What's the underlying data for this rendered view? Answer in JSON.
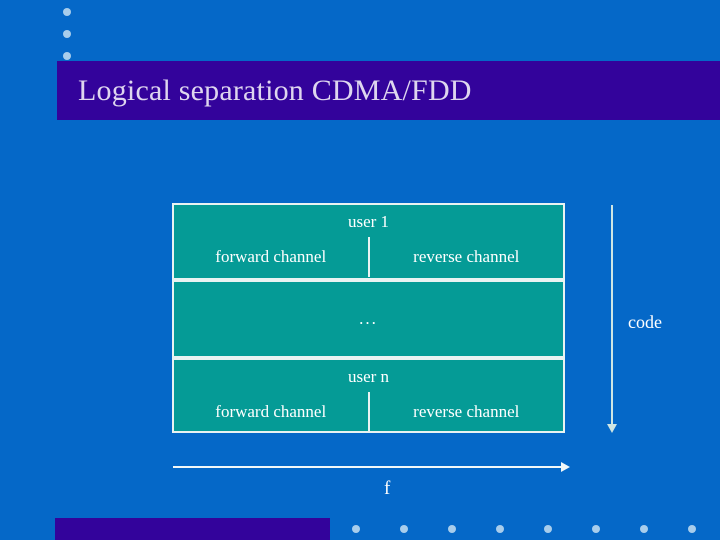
{
  "slide": {
    "title": "Logical separation CDMA/FDD",
    "background_color": "#0568c8",
    "title_bar_color": "#33039b",
    "title_text_color": "#ded6ef",
    "box_fill_color": "#059b96",
    "box_border_color": "#e9f3f2"
  },
  "diagram": {
    "boxes": [
      {
        "id": "user1",
        "title": "user 1",
        "forward_label": "forward channel",
        "reverse_label": "reverse channel"
      },
      {
        "id": "ellipsis",
        "title": "...",
        "forward_label": "",
        "reverse_label": ""
      },
      {
        "id": "usern",
        "title": "user n",
        "forward_label": "forward channel",
        "reverse_label": "reverse channel"
      }
    ],
    "vertical_axis_label": "code",
    "horizontal_axis_label": "f"
  },
  "decorations": {
    "top_bullet_count": 3,
    "bottom_dot_count": 8,
    "dot_color": "#a8cdec"
  }
}
